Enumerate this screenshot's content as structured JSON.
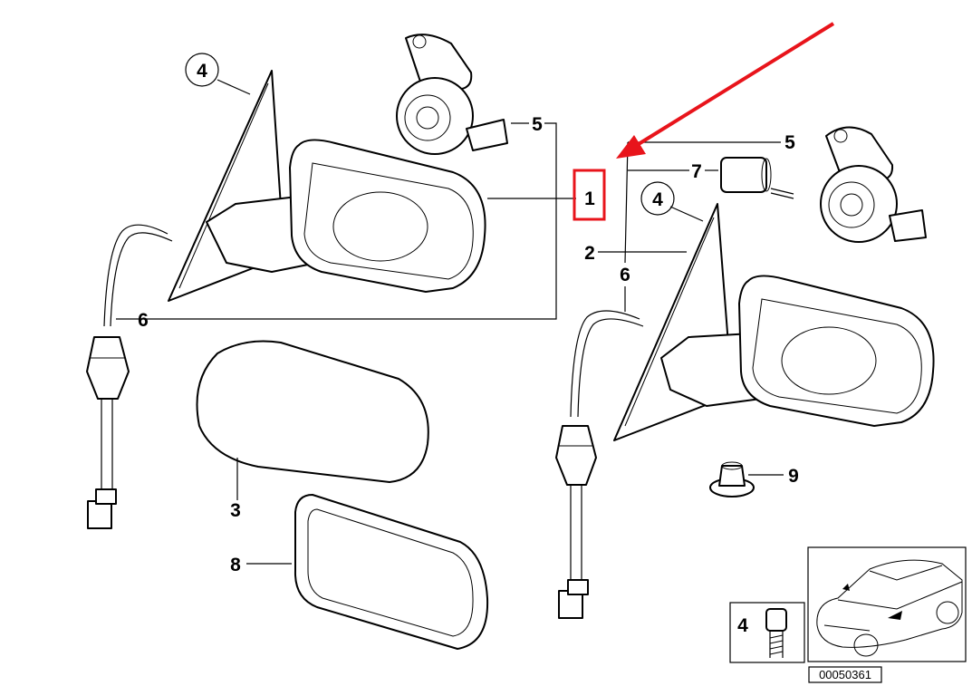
{
  "callouts": {
    "left_4": "4",
    "left_5": "5",
    "left_6": "6",
    "item_1": "1",
    "item_3": "3",
    "item_8": "8",
    "right_5": "5",
    "right_7": "7",
    "right_4": "4",
    "right_2": "2",
    "right_6": "6",
    "item_9": "9",
    "inset_4": "4"
  },
  "diagram_code": "00050361",
  "colors": {
    "highlight": "#e8141b",
    "line": "#000000"
  }
}
